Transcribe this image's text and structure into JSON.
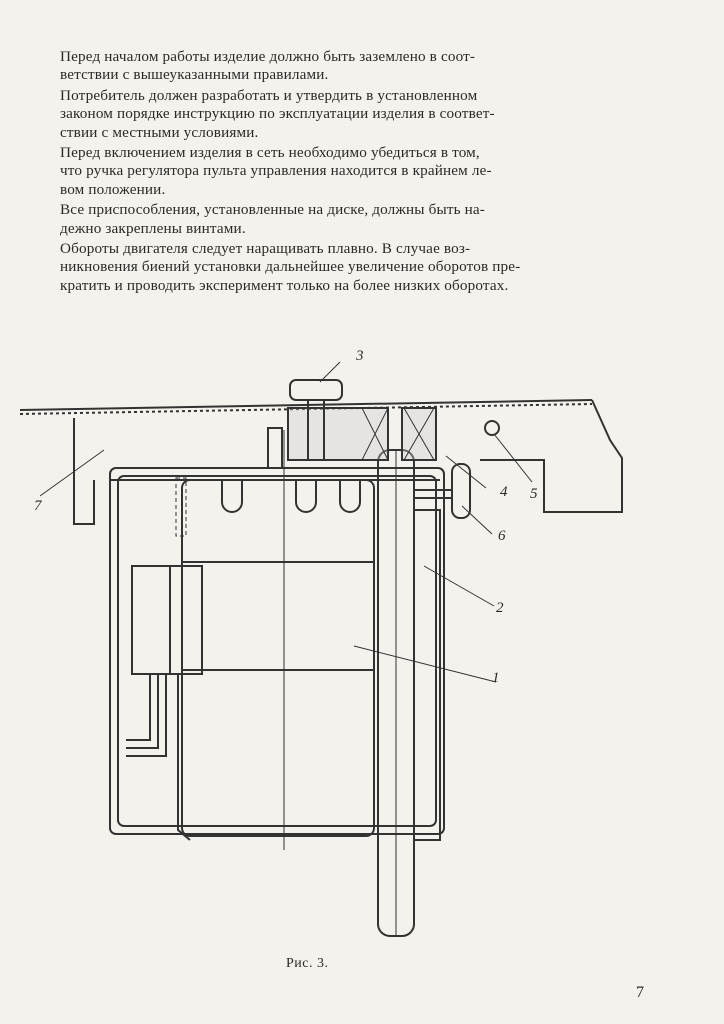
{
  "paragraphs": [
    {
      "lines": [
        "Перед началом работы изделие должно быть заземлено в соот-",
        "ветствии с вышеуказанными правилами."
      ]
    },
    {
      "lines": [
        "Потребитель должен разработать и утвердить в установленном",
        "законом порядке инструкцию по эксплуатации изделия в соответ-",
        "ствии с местными условиями."
      ]
    },
    {
      "lines": [
        "Перед включением изделия в сеть необходимо убедиться в том,",
        "что ручка регулятора пульта управления находится в крайнем ле-",
        "вом положении."
      ]
    },
    {
      "lines": [
        "Все приспособления, установленные на диске, должны быть на-",
        "дежно закреплены винтами."
      ]
    },
    {
      "lines": [
        "Обороты двигателя следует наращивать плавно. В случае воз-",
        "никновения биений установки дальнейшее увеличение оборотов пре-",
        "кратить и проводить эксперимент только на более низких оборотах."
      ]
    }
  ],
  "figure": {
    "callouts": [
      "1",
      "2",
      "3",
      "4",
      "5",
      "6",
      "7"
    ],
    "caption": "Рис. 3."
  },
  "page_number": "7"
}
